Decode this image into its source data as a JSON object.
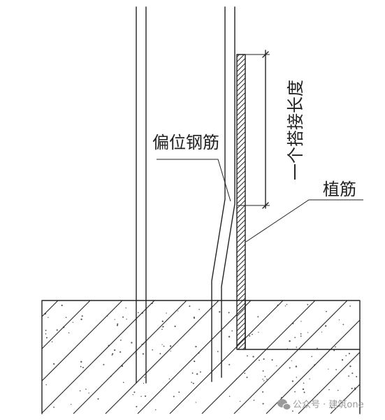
{
  "diagram": {
    "labels": {
      "offset_rebar": "偏位钢筋",
      "lap_length": "一个搭接长度",
      "planted_rebar": "植筋"
    }
  },
  "watermark": {
    "icon": "wechat-icon",
    "text": "公众号 · 建筑one"
  },
  "colors": {
    "line": "#222222",
    "watermark": "#9a9a9a",
    "background": "#ffffff"
  }
}
